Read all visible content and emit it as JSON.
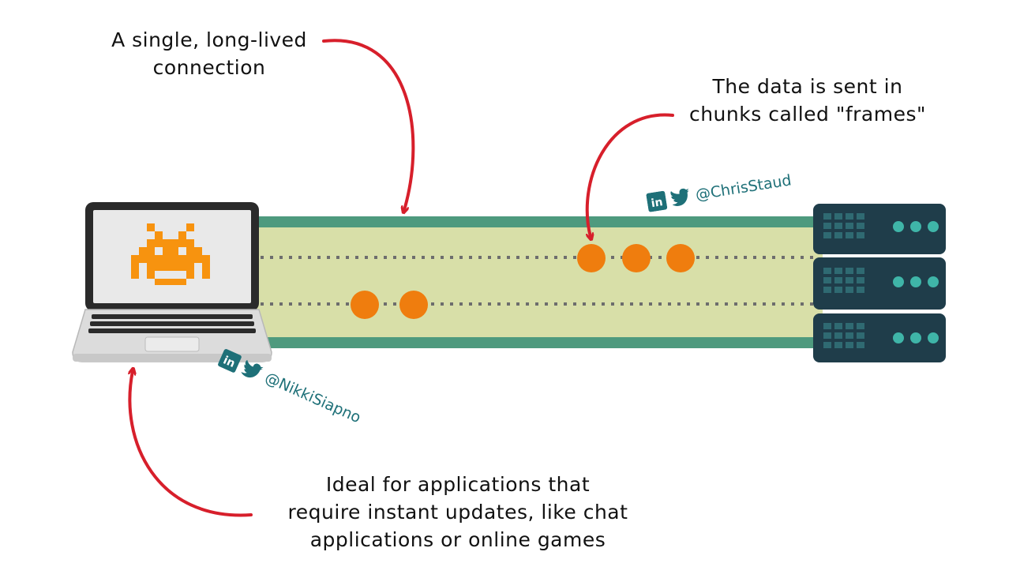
{
  "annotations": {
    "connection": [
      "A single, long-lived",
      "connection"
    ],
    "frames": [
      "The data is sent in",
      "chunks called \"frames\""
    ],
    "ideal": [
      "Ideal for applications that",
      "require instant updates, like chat",
      "applications or online games"
    ]
  },
  "credits": {
    "chris": "@ChrisStaud",
    "nikki": "@NikkiSiapno"
  },
  "icons": {
    "client": "laptop-icon",
    "client_screen": "space-invader-icon",
    "server": "server-rack-icon",
    "social": [
      "linkedin-icon",
      "twitter-icon"
    ]
  },
  "colors": {
    "pipe_fill": "#d8dfa8",
    "pipe_border": "#4e9a7e",
    "frame": "#ef7d0e",
    "arrow": "#d71f2b",
    "invader": "#f7930f",
    "server": "#1f3d4a",
    "server_light": "#3fb5a8",
    "handle_text": "#1e7078"
  },
  "frames": {
    "top_lane_count": 3,
    "bottom_lane_count": 2
  }
}
